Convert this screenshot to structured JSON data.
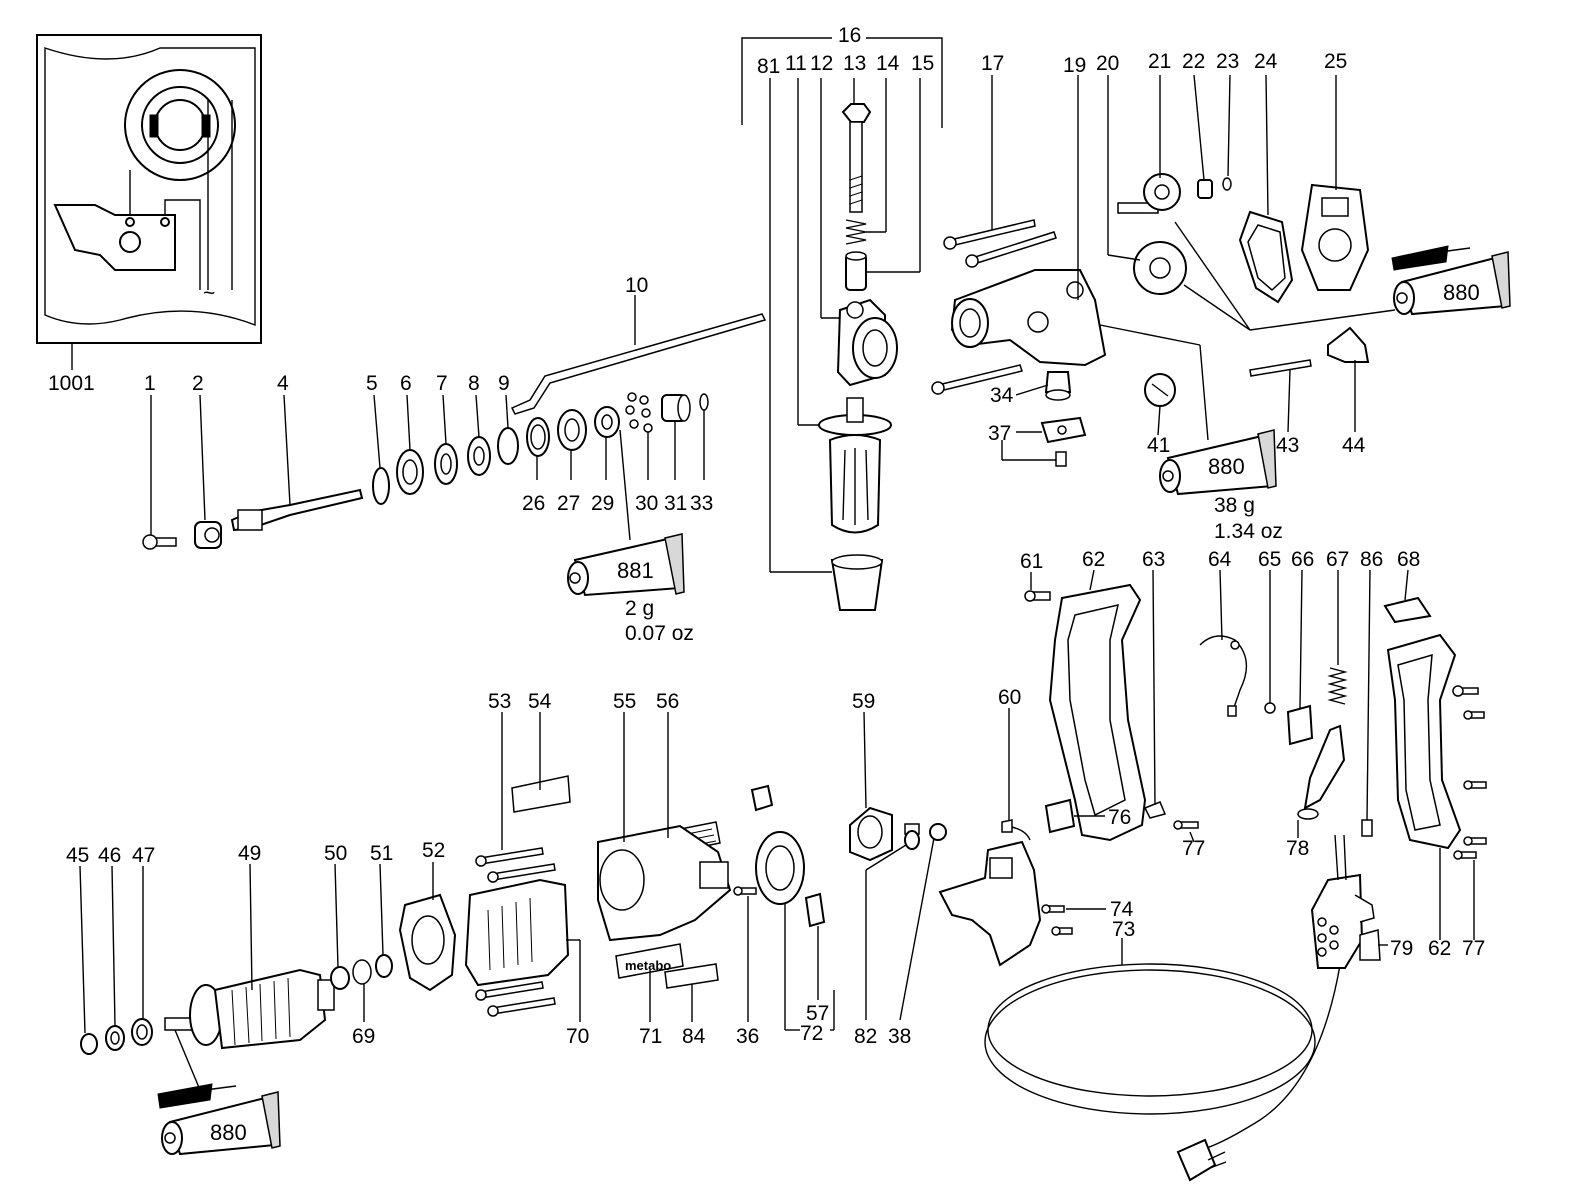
{
  "diagram": {
    "part_labels": {
      "p1": "1",
      "p2": "2",
      "p4": "4",
      "p5": "5",
      "p6": "6",
      "p7": "7",
      "p8": "8",
      "p9": "9",
      "p10": "10",
      "p11": "11",
      "p12": "12",
      "p13": "13",
      "p14": "14",
      "p15": "15",
      "p16": "16",
      "p17": "17",
      "p19": "19",
      "p20": "20",
      "p21": "21",
      "p22": "22",
      "p23": "23",
      "p24": "24",
      "p25": "25",
      "p26": "26",
      "p27": "27",
      "p29": "29",
      "p30": "30",
      "p31": "31",
      "p33": "33",
      "p34": "34",
      "p36": "36",
      "p37": "37",
      "p38": "38",
      "p41": "41",
      "p43": "43",
      "p44": "44",
      "p45": "45",
      "p46": "46",
      "p47": "47",
      "p49": "49",
      "p50": "50",
      "p51": "51",
      "p52": "52",
      "p53": "53",
      "p54": "54",
      "p55": "55",
      "p56": "56",
      "p57": "57",
      "p59": "59",
      "p60": "60",
      "p61": "61",
      "p62a": "62",
      "p62b": "62",
      "p63": "63",
      "p64": "64",
      "p65": "65",
      "p66": "66",
      "p67": "67",
      "p68": "68",
      "p69": "69",
      "p70": "70",
      "p71": "71",
      "p72": "72",
      "p73": "73",
      "p74": "74",
      "p76": "76",
      "p77a": "77",
      "p77b": "77",
      "p78": "78",
      "p79": "79",
      "p81": "81",
      "p82": "82",
      "p84": "84",
      "p86": "86",
      "p1001": "1001"
    },
    "grease_tubes": {
      "t881": {
        "code": "881",
        "weight_g": "2 g",
        "weight_oz": "0.07 oz"
      },
      "t880_mid": {
        "code": "880",
        "weight_g": "38 g",
        "weight_oz": "1.34 oz"
      },
      "t880_top": {
        "code": "880"
      },
      "t880_bottom": {
        "code": "880"
      }
    },
    "brand_label": "metabo",
    "ac_symbol": "~"
  }
}
